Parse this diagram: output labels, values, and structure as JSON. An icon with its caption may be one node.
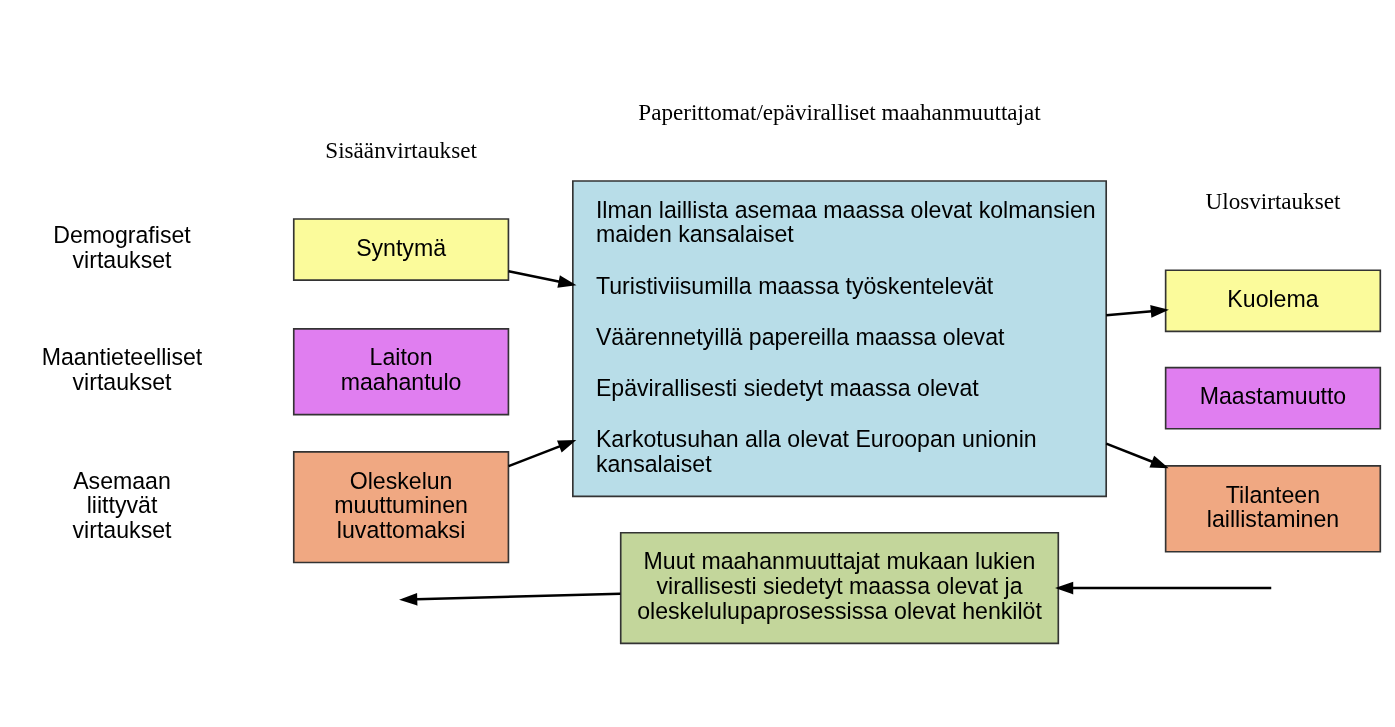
{
  "diagram": {
    "nodes": [
      {
        "text": [
          "Syntymä"
        ]
      },
      {
        "text": [
          "Laiton maahantulo"
        ]
      },
      {
        "text": [
          "Oleskelun muuttuminen luvattomaksi"
        ]
      },
      {
        "text": [
          "Ilman laillista asemaa maassa olevat kolmansien maiden kansalaiset",
          "Turistiviisumilla maassa työskentelevät",
          "Väärennetyillä papereilla maassa olevat",
          "Epävirallisesti siedetyt maassa olevat",
          "Karkotusuhan alla olevat Euroopan unionin kansalaiset"
        ]
      },
      {
        "text": [
          "Kuolema"
        ]
      },
      {
        "text": [
          "Maastamuutto"
        ]
      },
      {
        "text": [
          "Tilanteen laillistaminen"
        ]
      },
      {
        "text": [
          "Muut maahanmuuttajat mukaan lukien virallisesti siedetyt maassa olevat ja oleskelulupaprosessissa olevat henkilöt"
        ]
      }
    ],
    "edges": [
      {
        "from": 0,
        "to": 3,
        "arrow": "to"
      },
      {
        "from": 2,
        "to": 3,
        "arrow": "to"
      },
      {
        "from": 3,
        "to": 4,
        "arrow": "to"
      },
      {
        "from": 3,
        "to": 6,
        "arrow": "to"
      },
      {
        "from": 7,
        "to": null,
        "arrow": "to"
      },
      {
        "from": null,
        "to": 7,
        "arrow": "to"
      }
    ],
    "labels": [
      "Sisäänvirtaukset",
      "Paperittomat/epäviralliset maahanmuuttajat",
      "Ulosvirtaukset",
      "Demografiset virtaukset",
      "Maantieteelliset virtaukset",
      "Asemaan liittyvät virtaukset"
    ]
  }
}
